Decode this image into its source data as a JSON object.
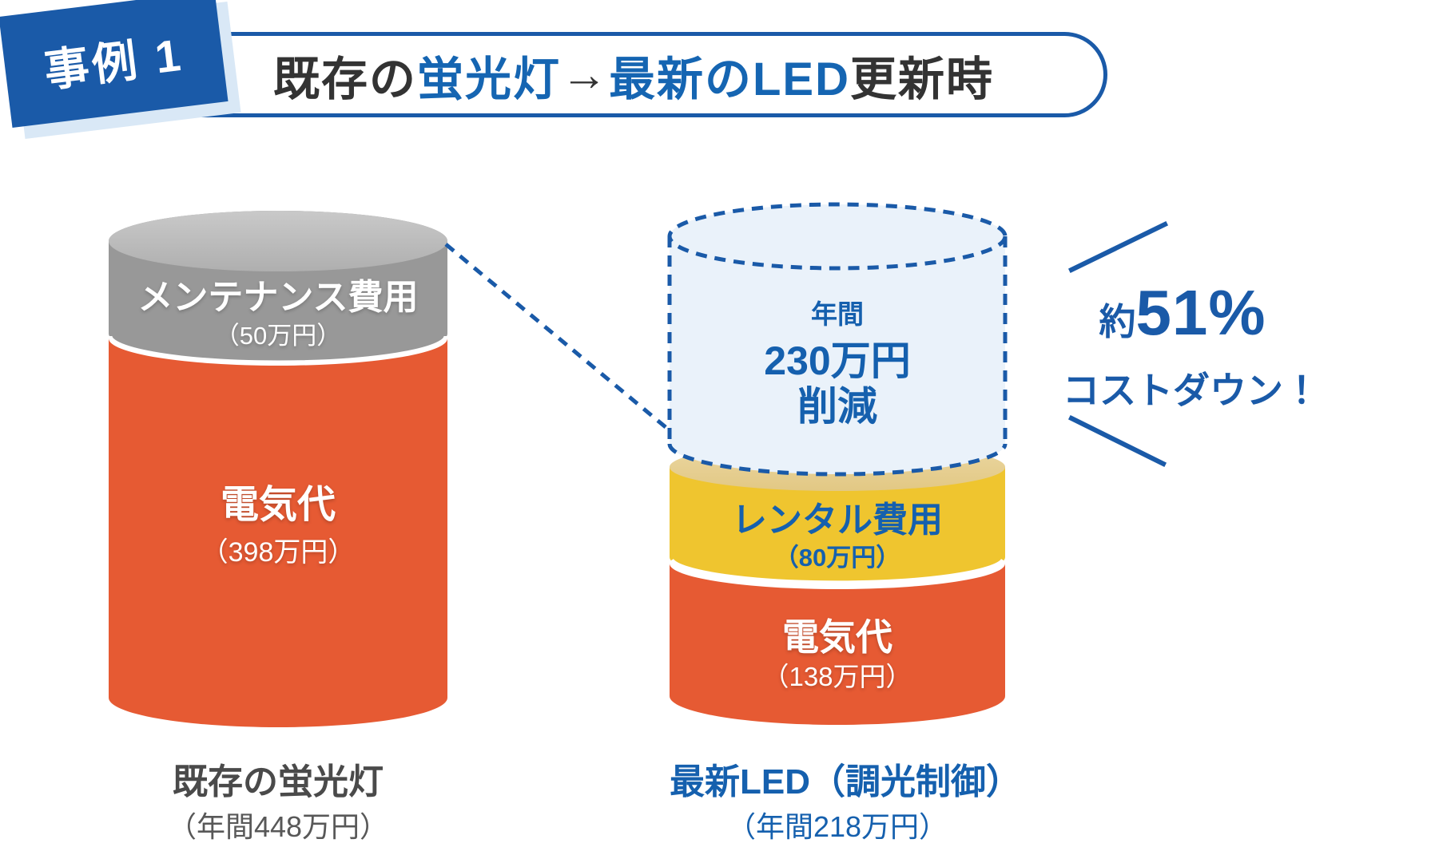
{
  "header": {
    "badge_label": "事例 1",
    "title_segments": [
      {
        "text": "既存の"
      },
      {
        "text": "蛍光灯"
      },
      {
        "text": " → "
      },
      {
        "text": "最新のLED"
      },
      {
        "text": "更新時"
      }
    ]
  },
  "fluorescent": {
    "maintenance_label": "メンテナンス費用",
    "maintenance_value": "（50万円）",
    "electricity_label": "電気代",
    "electricity_value": "（398万円）",
    "caption_name": "既存の蛍光灯",
    "caption_annual": "（年間448万円）"
  },
  "led": {
    "reduction_line1": "年間",
    "reduction_line2": "230万円",
    "reduction_line3": "削減",
    "rental_label": "レンタル費用",
    "rental_value": "（80万円）",
    "electricity_label": "電気代",
    "electricity_value": "（138万円）",
    "caption_name": "最新LED（調光制御）",
    "caption_annual": "（年間218万円）"
  },
  "annotation": {
    "prefix": "約",
    "percent": "51%",
    "line2": "コストダウン！"
  },
  "colors": {
    "accent_blue": "#1A5AA8",
    "text_blue": "#1560AE",
    "title_blue": "#1565B2",
    "title_dark": "#333333",
    "orange": "#E65A33",
    "yellow": "#EFC52F",
    "yellow_top": "#E6CE92",
    "gray_body": "#989898",
    "gray_top": "#BDBDBD",
    "reduction_fill": "#EAF2FA",
    "badge_shadow": "#D9E8F6"
  },
  "chart_data": {
    "type": "bar",
    "categories": [
      "既存の蛍光灯",
      "最新LED（調光制御）"
    ],
    "series": [
      {
        "name": "電気代",
        "values": [
          398,
          138
        ]
      },
      {
        "name": "メンテナンス費用",
        "values": [
          50,
          0
        ]
      },
      {
        "name": "レンタル費用",
        "values": [
          0,
          80
        ]
      },
      {
        "name": "年間削減",
        "values": [
          0,
          230
        ]
      }
    ],
    "totals_annual": [
      448,
      218
    ],
    "unit": "万円",
    "title": "既存の蛍光灯 → 最新のLED更新時",
    "annotation": "約51%コストダウン！",
    "legend_position": "none",
    "grid": false
  }
}
